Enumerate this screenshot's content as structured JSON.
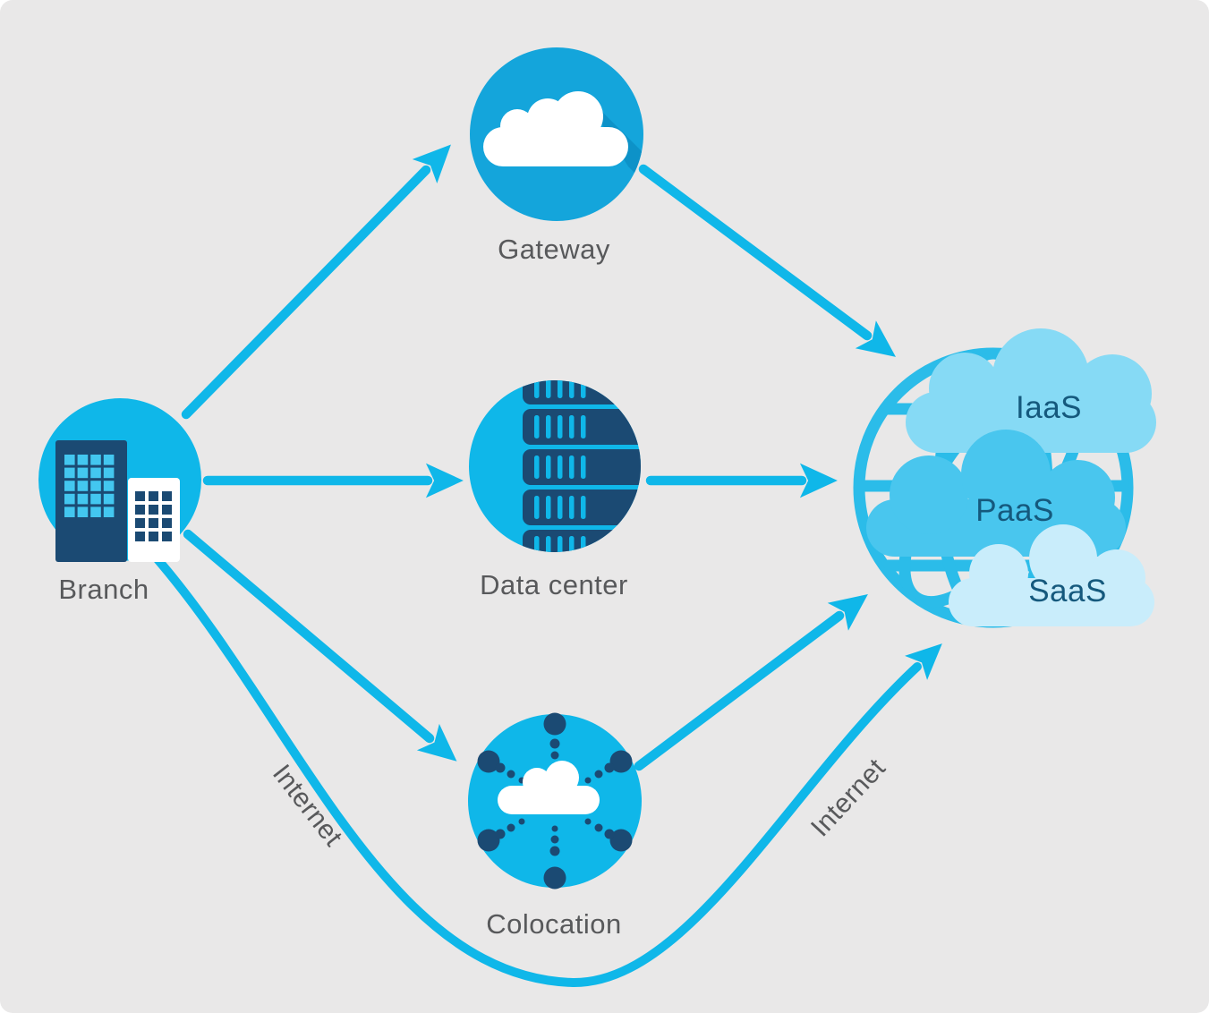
{
  "labels": {
    "branch": "Branch",
    "gateway": "Gateway",
    "datacenter": "Data center",
    "colocation": "Colocation",
    "internet_left": "Internet",
    "internet_right": "Internet",
    "iaas": "IaaS",
    "paas": "PaaS",
    "saas": "SaaS"
  },
  "colors": {
    "background": "#e9e8e8",
    "cyan": "#0fb7e9",
    "window_cyan": "#43c7f0",
    "navy": "#1b4a73",
    "gateway_fill": "#14a5db",
    "gateway_shadow": "#0d92c8",
    "globe": "#2bbce9",
    "iaas_cloud": "#86daf5",
    "paas_cloud": "#49c6ee",
    "saas_cloud": "#c9edfb",
    "node_label": "#58595b",
    "cloud_label": "#15597d"
  }
}
